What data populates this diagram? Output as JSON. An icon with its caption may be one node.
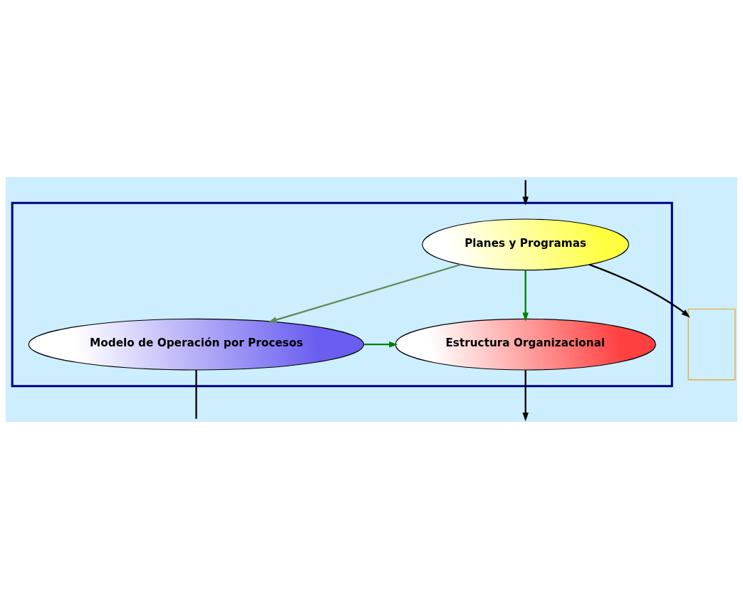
{
  "diagram": {
    "nodes": [
      {
        "text": [],
        "shape": "box"
      },
      {
        "text": [
          "Planes y Programas"
        ],
        "in": 0
      },
      {
        "text": [
          "Modelo de Operación por Procesos"
        ],
        "in": 0
      },
      {
        "text": [
          "Estructura Organizacional"
        ],
        "in": 0
      },
      {
        "text": [],
        "shape": "box"
      }
    ],
    "edges": [
      {
        "from": 1,
        "to": 2,
        "arrow": "to",
        "color": "#5a8a50"
      },
      {
        "from": 1,
        "to": 3,
        "arrow": "to",
        "color": "#008000"
      },
      {
        "from": 2,
        "to": 3,
        "arrow": "to",
        "color": "#008000"
      },
      {
        "from": 1,
        "to": 4,
        "arrow": "to"
      },
      {
        "from": 3,
        "to": null,
        "arrow": "to"
      },
      {
        "from": 2,
        "to": null,
        "arrow": "none"
      },
      {
        "from": null,
        "to": 0,
        "arrow": "to"
      }
    ]
  }
}
